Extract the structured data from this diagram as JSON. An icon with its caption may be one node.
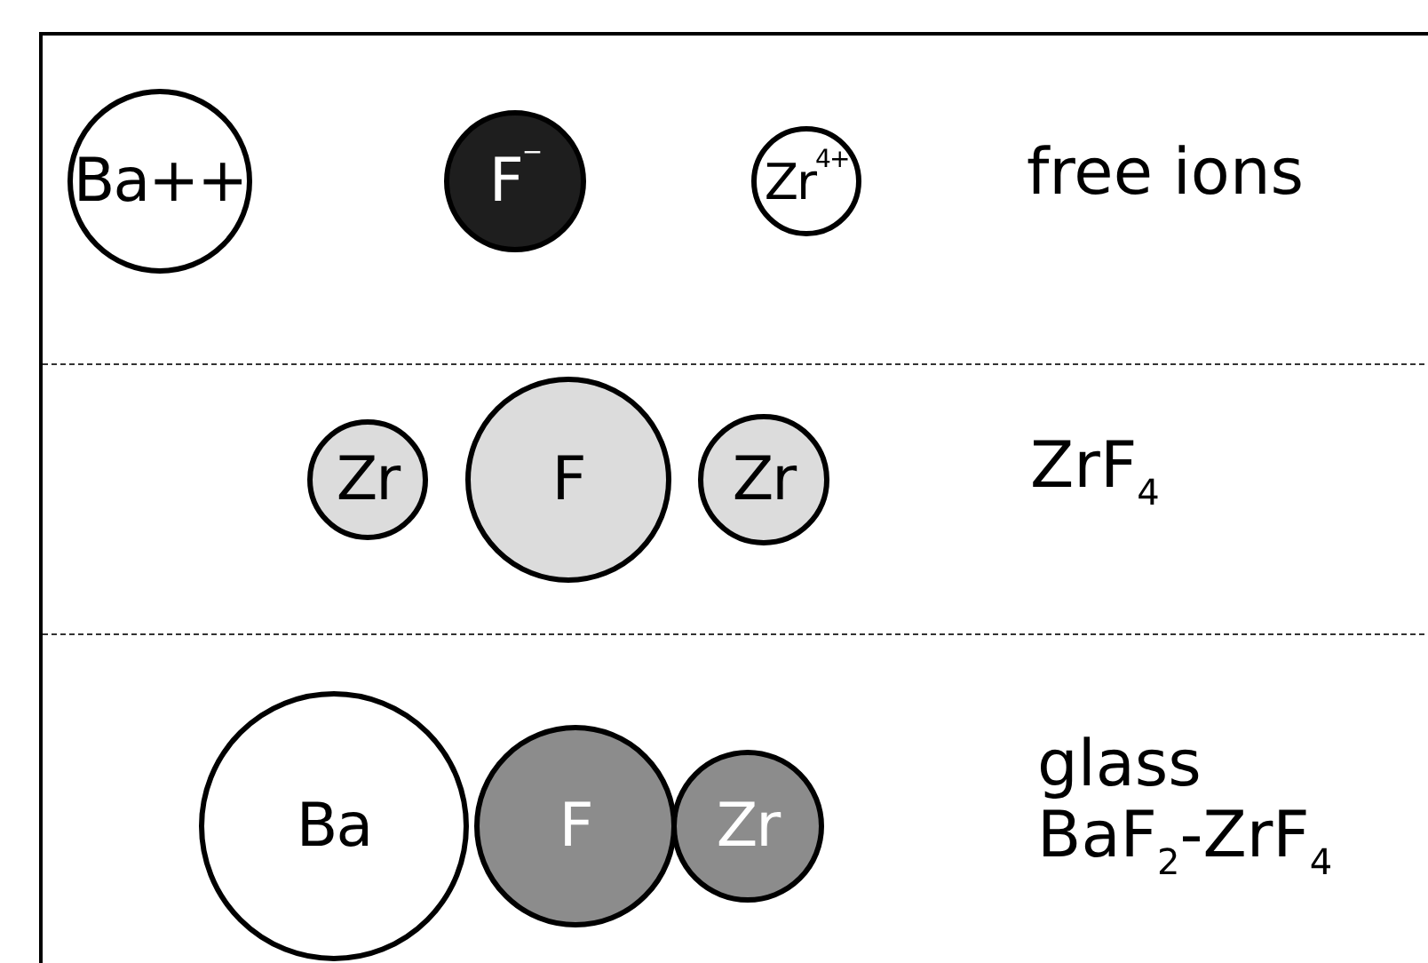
{
  "diagram": {
    "nodes": [
      {
        "text": [
          "Ba++"
        ]
      },
      {
        "text": [
          "F$^{−}$"
        ]
      },
      {
        "text": [
          "Zr$^{4+}$"
        ]
      },
      {
        "text": [
          "Zr"
        ]
      },
      {
        "text": [
          "F"
        ]
      },
      {
        "text": [
          "Zr"
        ]
      },
      {
        "text": [
          "Ba"
        ]
      },
      {
        "text": [
          "F"
        ]
      },
      {
        "text": [
          "Zr"
        ]
      }
    ],
    "labels": [
      "free ions",
      "ZrF$_{4}$",
      "glass",
      "BaF$_{2}$-ZrF$_{4}$"
    ]
  }
}
